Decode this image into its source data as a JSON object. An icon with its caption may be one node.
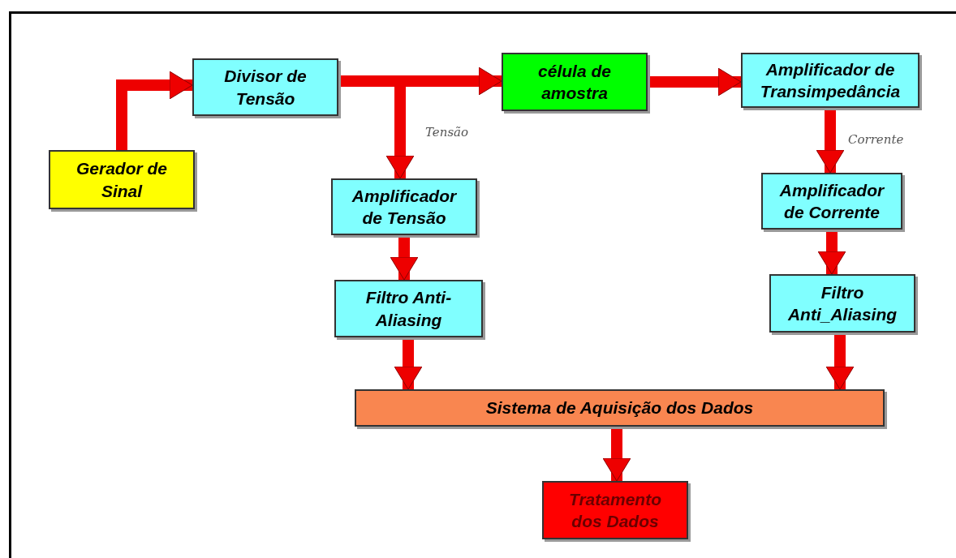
{
  "diagram": {
    "nodes": [
      {
        "text": [
          "Gerador de Sinal"
        ]
      },
      {
        "text": [
          "Divisor de Tensão"
        ]
      },
      {
        "text": [
          "célula de amostra"
        ]
      },
      {
        "text": [
          "Amplificador de Transimpedância"
        ]
      },
      {
        "text": [
          "Amplificador de Tensão"
        ]
      },
      {
        "text": [
          "Filtro Anti-Aliasing"
        ]
      },
      {
        "text": [
          "Amplificador de Corrente"
        ]
      },
      {
        "text": [
          "Filtro Anti_Aliasing"
        ]
      },
      {
        "text": [
          "Sistema de Aquisição dos Dados"
        ]
      },
      {
        "text": [
          "Tratamento dos Dados"
        ]
      }
    ],
    "edges": [
      {
        "from": 0,
        "to": 1,
        "arrow": "to"
      },
      {
        "from": 1,
        "to": 2,
        "arrow": "to"
      },
      {
        "from": 1,
        "to": 4,
        "arrow": "to",
        "label": "Tensão"
      },
      {
        "from": 2,
        "to": 3,
        "arrow": "to"
      },
      {
        "from": 3,
        "to": 6,
        "arrow": "to",
        "label": "Corrente"
      },
      {
        "from": 4,
        "to": 5,
        "arrow": "to"
      },
      {
        "from": 5,
        "to": 8,
        "arrow": "to"
      },
      {
        "from": 6,
        "to": 7,
        "arrow": "to"
      },
      {
        "from": 7,
        "to": 8,
        "arrow": "to"
      },
      {
        "from": 8,
        "to": 9,
        "arrow": "to"
      }
    ]
  }
}
